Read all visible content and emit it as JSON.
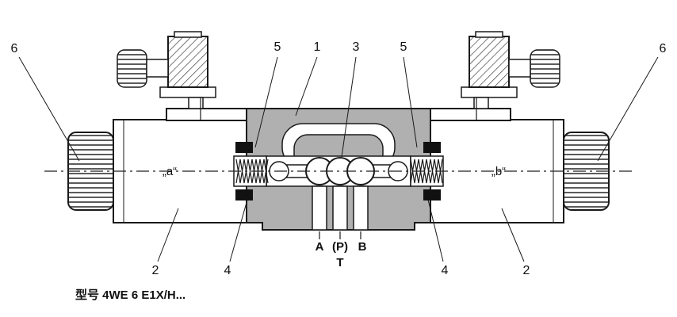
{
  "diagram": {
    "caption": "型号 4WE 6 E1X/H...",
    "chambers": {
      "a": "„a“",
      "b": "„b“"
    },
    "ports": {
      "a": "A",
      "p": "(P)",
      "b": "B",
      "t": "T"
    },
    "callouts": {
      "cap_left": "6",
      "spring_left": "5",
      "housing": "1",
      "spool": "3",
      "spring_right": "5",
      "cap_right": "6",
      "solenoid_left": "2",
      "insert_left": "4",
      "insert_right": "4",
      "solenoid_right": "2"
    },
    "colors": {
      "body_fill": "#b0b0b0",
      "line": "#1a1a1a",
      "background": "#ffffff"
    }
  }
}
